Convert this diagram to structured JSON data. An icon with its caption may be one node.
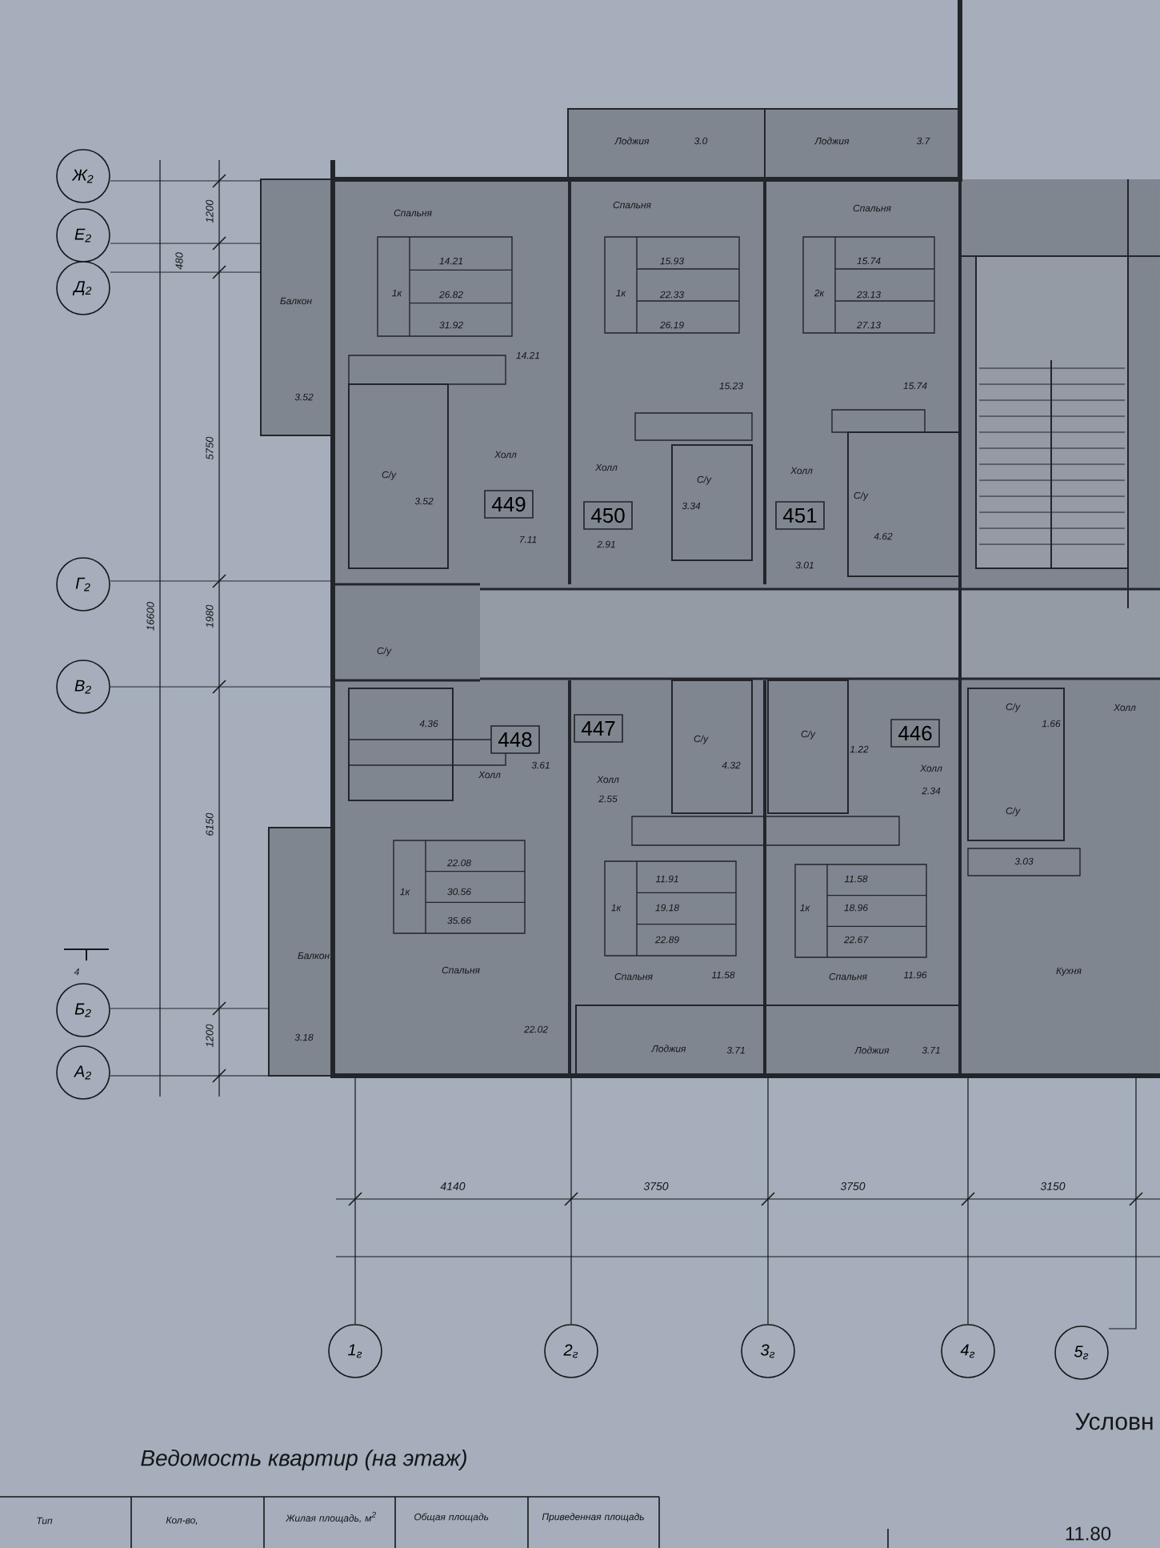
{
  "diagram": {
    "nodes": [
      {
        "text": [
          "Ж$_{2}$"
        ]
      },
      {
        "text": [
          "Е$_{2}$"
        ]
      },
      {
        "text": [
          "Д$_{2}$"
        ]
      },
      {
        "text": [
          "Г$_{2}$"
        ]
      },
      {
        "text": [
          "В$_{2}$"
        ]
      },
      {
        "text": [
          "Б$_{2}$"
        ]
      },
      {
        "text": [
          "А$_{2}$"
        ]
      },
      {
        "text": [
          "449"
        ]
      },
      {
        "text": [
          "450"
        ]
      },
      {
        "text": [
          "451"
        ]
      },
      {
        "text": [
          "448"
        ]
      },
      {
        "text": [
          "447"
        ]
      },
      {
        "text": [
          "446"
        ]
      },
      {
        "text": [
          "1$_{г}$"
        ]
      },
      {
        "text": [
          "2$_{г}$"
        ]
      },
      {
        "text": [
          "3$_{г}$"
        ]
      },
      {
        "text": [
          "4$_{г}$"
        ]
      },
      {
        "text": [
          "5$_{г}$"
        ]
      }
    ],
    "labels": [
      "Лоджия",
      "3.0",
      "Лоджия",
      "3.7",
      "Спальня",
      "Спальня",
      "Спальня",
      "1200",
      "480",
      "1к",
      "14.21",
      "26.82",
      "31.92",
      "1к",
      "15.93",
      "22.33",
      "26.19",
      "2к",
      "15.74",
      "23.13",
      "27.13",
      "Балкон",
      "3.52",
      "14.21",
      "15.23",
      "15.74",
      "5750",
      "Холл",
      "С/у",
      "3.52",
      "7.11",
      "Холл",
      "С/у",
      "3.34",
      "2.91",
      "Холл",
      "С/у",
      "4.62",
      "3.01",
      "16600",
      "1980",
      "С/у",
      "4.36",
      "Холл",
      "3.61",
      "Холл",
      "2.55",
      "С/у",
      "4.32",
      "С/у",
      "1.22",
      "Холл",
      "2.34",
      "С/у",
      "1.66",
      "Холл",
      "С/у",
      "3.03",
      "6150",
      "1к",
      "22.08",
      "30.56",
      "35.66",
      "1к",
      "11.91",
      "19.18",
      "22.89",
      "1к",
      "11.58",
      "18.96",
      "22.67",
      "4",
      "Балкон",
      "Спальня",
      "Кухня",
      "Спальня",
      "11.58",
      "Спальня",
      "11.96",
      "1200",
      "3.18",
      "22.02",
      "Лоджия",
      "3.71",
      "Лоджия",
      "3.71",
      "4140",
      "3750",
      "3750",
      "3150",
      "Условн",
      "Ведомость квартир (на этаж)",
      "Тип",
      "Кол-во,",
      "Жилая площадь, м$^{2}$",
      "Общая площадь",
      "Приведенная площадь",
      "11.80"
    ]
  }
}
